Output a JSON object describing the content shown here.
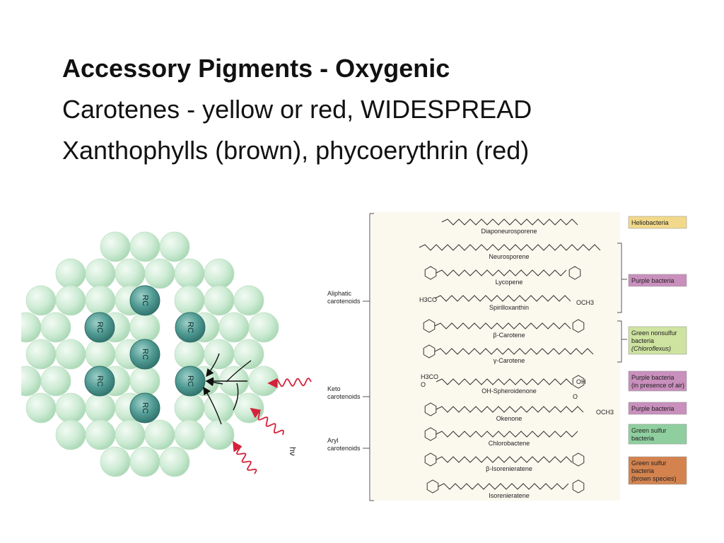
{
  "slide": {
    "title": "Accessory Pigments - Oxygenic",
    "line1": "Carotenes - yellow or red, WIDESPREAD",
    "line2": "Xanthophylls (brown), phycoerythrin (red)"
  },
  "antenna": {
    "rc_label": "RC",
    "hv_label": "hν",
    "sphere_color": "#cdebd4",
    "rc_color": "#4f9a93",
    "arrow_color": "#d4223a"
  },
  "carotenoids": {
    "groups": {
      "aliphatic": [
        "Aliphatic",
        "carotenoids"
      ],
      "keto": [
        "Keto",
        "carotenoids"
      ],
      "aryl": [
        "Aryl",
        "carotenoids"
      ]
    },
    "compounds": [
      "Diaponeurosporene",
      "Neurosporene",
      "Lycopene",
      "Spirilloxanthin",
      "β-Carotene",
      "γ-Carotene",
      "OH-Spheroidenone",
      "Okenone",
      "Chlorobactene",
      "β-Isorenieratene",
      "Isorenieratene"
    ],
    "substituents": {
      "h3co": "H3CO",
      "och3": "OCH3",
      "oh": "OH",
      "o": "O"
    },
    "organisms": [
      {
        "lines": [
          "Heliobacteria"
        ],
        "color": "#f2d98a"
      },
      {
        "lines": [
          "Purple bacteria"
        ],
        "color": "#c98fbd"
      },
      {
        "lines": [
          "Green nonsulfur",
          "bacteria",
          "(Chloroflexus)"
        ],
        "color": "#cfe3a1"
      },
      {
        "lines": [
          "Purple bacteria",
          "(in presence of air)"
        ],
        "color": "#c98fbd"
      },
      {
        "lines": [
          "Purple bacteria"
        ],
        "color": "#c98fbd"
      },
      {
        "lines": [
          "Green sulfur",
          "bacteria"
        ],
        "color": "#8fcf9f"
      },
      {
        "lines": [
          "Green sulfur",
          "bacteria",
          "(brown species)"
        ],
        "color": "#d4834f"
      }
    ]
  }
}
